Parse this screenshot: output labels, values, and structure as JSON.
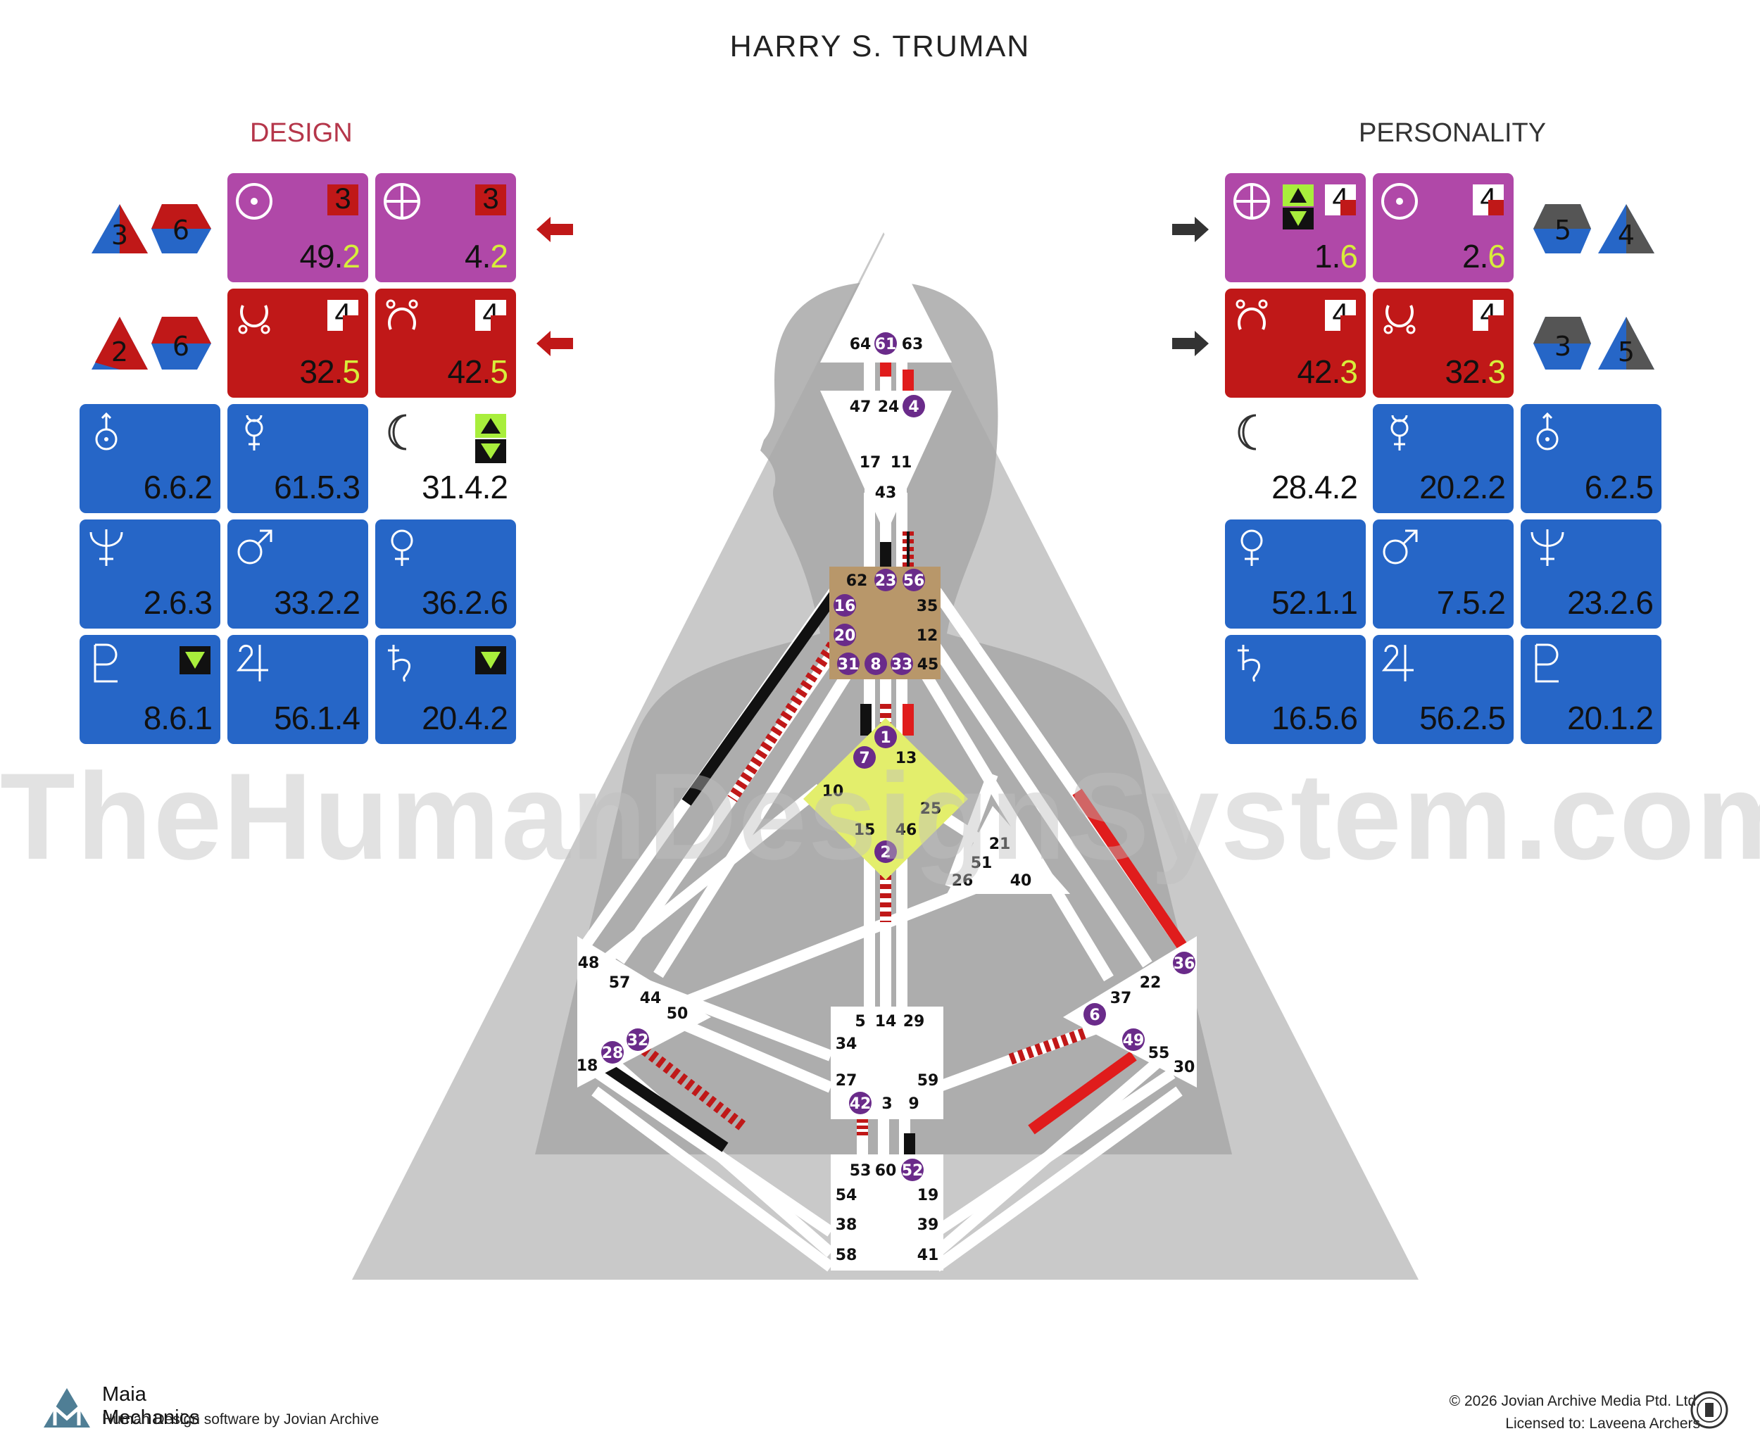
{
  "title": "HARRY S. TRUMAN",
  "design_label": "DESIGN",
  "personality_label": "PERSONALITY",
  "watermark": "TheHumanDesignSystem.com",
  "colors": {
    "design_red": "#c01818",
    "magenta": "#b048a8",
    "planet_blue": "#2666c7",
    "gate_purple": "#6a2b8a",
    "g_center": "#e2ee6a",
    "spleen_center": "#b5976a"
  },
  "design": {
    "variables": {
      "top_left": "3",
      "top_right": "6",
      "bottom_left": "2",
      "bottom_right": "6"
    },
    "cells": [
      {
        "icon": "sun-icon",
        "line": "49",
        "sub": "2",
        "tone": "3",
        "color": "magenta"
      },
      {
        "icon": "earth-icon",
        "line": "4",
        "sub": "2",
        "tone": "3",
        "color": "magenta"
      },
      {
        "icon": "south-node-icon",
        "line": "32",
        "sub": "5",
        "tone": "4",
        "color": "red"
      },
      {
        "icon": "north-node-icon",
        "line": "42",
        "sub": "5",
        "tone": "4",
        "color": "red"
      },
      {
        "icon": "uranus-icon",
        "value": "6.6.2",
        "color": "blue"
      },
      {
        "icon": "mercury-icon",
        "value": "61.5.3",
        "color": "blue"
      },
      {
        "icon": "moon-icon",
        "value": "31.4.2",
        "color": "white"
      },
      {
        "icon": "neptune-icon",
        "value": "2.6.3",
        "color": "blue"
      },
      {
        "icon": "mars-icon",
        "value": "33.2.2",
        "color": "blue"
      },
      {
        "icon": "venus-icon",
        "value": "36.2.6",
        "color": "blue"
      },
      {
        "icon": "pluto-icon",
        "value": "8.6.1",
        "color": "blue"
      },
      {
        "icon": "jupiter-icon",
        "value": "56.1.4",
        "color": "blue"
      },
      {
        "icon": "saturn-icon",
        "value": "20.4.2",
        "color": "blue"
      }
    ]
  },
  "personality": {
    "variables": {
      "top_left": "5",
      "top_right": "4",
      "bottom_left": "3",
      "bottom_right": "5"
    },
    "cells": [
      {
        "icon": "earth-icon",
        "line": "1",
        "sub": "6",
        "tone": "4",
        "color": "magenta"
      },
      {
        "icon": "sun-icon",
        "line": "2",
        "sub": "6",
        "tone": "4",
        "color": "magenta"
      },
      {
        "icon": "north-node-icon",
        "line": "42",
        "sub": "3",
        "tone": "4",
        "color": "red"
      },
      {
        "icon": "south-node-icon",
        "line": "32",
        "sub": "3",
        "tone": "4",
        "color": "red"
      },
      {
        "icon": "moon-icon",
        "value": "28.4.2",
        "color": "white"
      },
      {
        "icon": "mercury-icon",
        "value": "20.2.2",
        "color": "blue"
      },
      {
        "icon": "uranus-icon",
        "value": "6.2.5",
        "color": "blue"
      },
      {
        "icon": "venus-icon",
        "value": "52.1.1",
        "color": "blue"
      },
      {
        "icon": "mars-icon",
        "value": "7.5.2",
        "color": "blue"
      },
      {
        "icon": "neptune-icon",
        "value": "23.2.6",
        "color": "blue"
      },
      {
        "icon": "saturn-icon",
        "value": "16.5.6",
        "color": "blue"
      },
      {
        "icon": "jupiter-icon",
        "value": "56.2.5",
        "color": "blue"
      },
      {
        "icon": "pluto-icon",
        "value": "20.1.2",
        "color": "blue"
      }
    ]
  },
  "gates": {
    "head": [
      "64",
      "61",
      "63"
    ],
    "ajna": [
      "47",
      "24",
      "4",
      "17",
      "11",
      "43"
    ],
    "throat": [
      "62",
      "23",
      "56",
      "16",
      "35",
      "20",
      "12",
      "31",
      "8",
      "33",
      "45"
    ],
    "g": [
      "1",
      "7",
      "13",
      "10",
      "25",
      "15",
      "46",
      "2"
    ],
    "heart": [
      "21",
      "51",
      "26",
      "40"
    ],
    "spleen": [
      "48",
      "57",
      "44",
      "50",
      "32",
      "28",
      "18"
    ],
    "solar_plexus": [
      "36",
      "22",
      "37",
      "6",
      "49",
      "55",
      "30"
    ],
    "sacral": [
      "5",
      "14",
      "29",
      "34",
      "27",
      "59",
      "42",
      "3",
      "9"
    ],
    "root": [
      "53",
      "60",
      "52",
      "54",
      "19",
      "38",
      "39",
      "58",
      "41"
    ]
  },
  "footer": {
    "brand": "Maia Mechanics",
    "brand_sub": "Human Design software by Jovian Archive",
    "copyright": "© 2026 Jovian Archive Media Ptd. Ltd.",
    "license": "Licensed to: Laveena Archers"
  }
}
